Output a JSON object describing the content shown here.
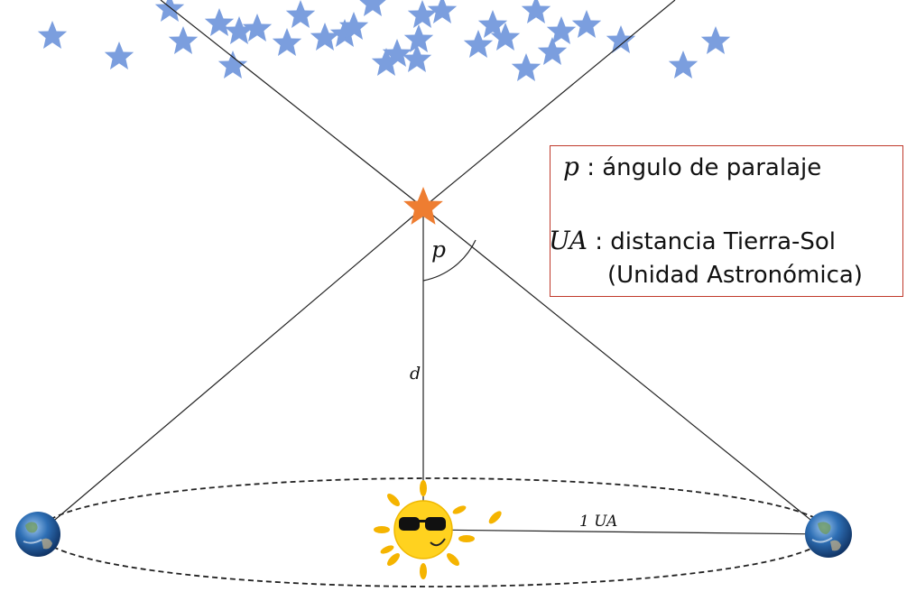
{
  "labels": {
    "angle_symbol": "p",
    "distance_symbol": "d",
    "baseline_label": "1 UA"
  },
  "legend": {
    "p_symbol": "p",
    "p_text": " : ángulo de paralaje",
    "ua_symbol": "UA",
    "ua_text": " :   distancia Tierra-Sol",
    "ua_text2": "(Unidad Astronómica)"
  },
  "colors": {
    "background_stars": "#7b9ede",
    "target_star": "#ee7d31",
    "sun": "#ffd21f",
    "sun_rays": "#f5b400",
    "earth": "#2e6fb5",
    "legend_border": "#c0392b",
    "lines": "#222222"
  },
  "icons": {
    "target_star": "star-icon",
    "sun": "sun-with-sunglasses-icon",
    "earth": "earth-globe-icon"
  }
}
